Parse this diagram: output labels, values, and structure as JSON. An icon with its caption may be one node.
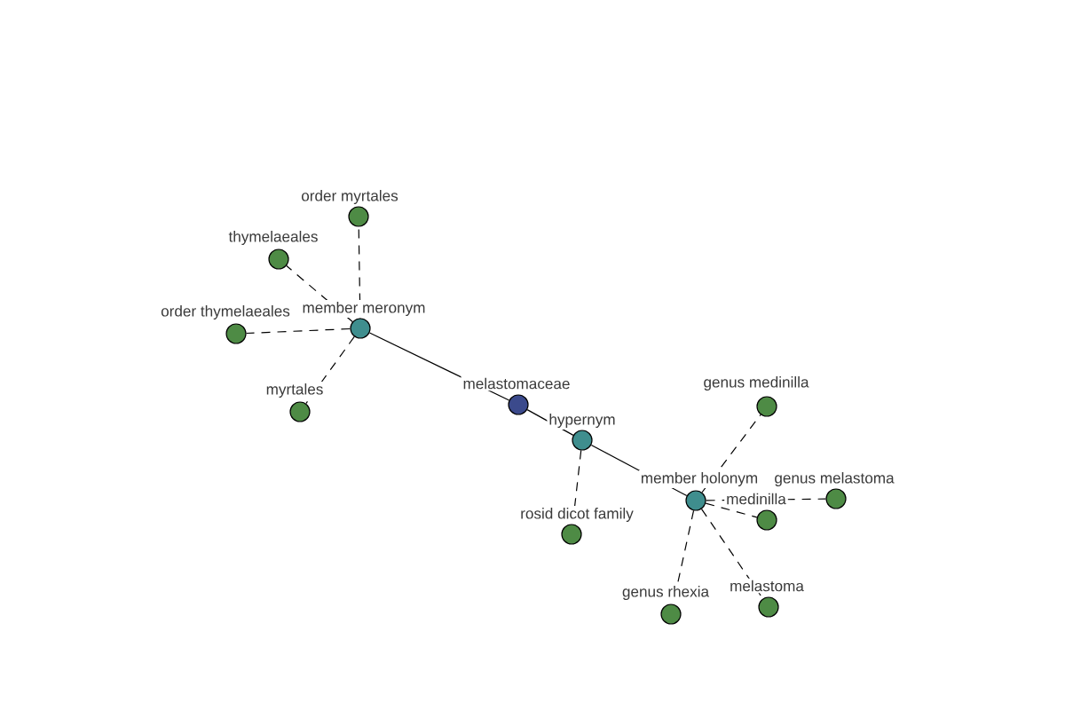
{
  "diagram": {
    "nodes": [
      {
        "text": [
          "melastomaceae"
        ]
      },
      {
        "text": [
          "member meronym"
        ]
      },
      {
        "text": [
          "hypernym"
        ]
      },
      {
        "text": [
          "member holonym"
        ]
      },
      {
        "text": [
          "order myrtales"
        ]
      },
      {
        "text": [
          "thymelaeales"
        ]
      },
      {
        "text": [
          "order thymelaeales"
        ]
      },
      {
        "text": [
          "myrtales"
        ]
      },
      {
        "text": [
          "rosid dicot family"
        ]
      },
      {
        "text": [
          "genus medinilla"
        ]
      },
      {
        "text": [
          "genus melastoma"
        ]
      },
      {
        "text": [
          "medinilla"
        ]
      },
      {
        "text": [
          "genus rhexia"
        ]
      },
      {
        "text": [
          "melastoma"
        ]
      }
    ],
    "edges": [
      {
        "from": 0,
        "to": 1,
        "arrow": "none"
      },
      {
        "from": 0,
        "to": 2,
        "arrow": "none"
      },
      {
        "from": 2,
        "to": 3,
        "arrow": "none"
      },
      {
        "from": 1,
        "to": 4,
        "arrow": "none",
        "style": "dashed"
      },
      {
        "from": 1,
        "to": 5,
        "arrow": "none",
        "style": "dashed"
      },
      {
        "from": 1,
        "to": 6,
        "arrow": "none",
        "style": "dashed"
      },
      {
        "from": 1,
        "to": 7,
        "arrow": "none",
        "style": "dashed"
      },
      {
        "from": 2,
        "to": 8,
        "arrow": "none",
        "style": "dashed"
      },
      {
        "from": 3,
        "to": 9,
        "arrow": "none",
        "style": "dashed"
      },
      {
        "from": 3,
        "to": 10,
        "arrow": "none",
        "style": "dashed"
      },
      {
        "from": 3,
        "to": 11,
        "arrow": "none",
        "style": "dashed"
      },
      {
        "from": 3,
        "to": 12,
        "arrow": "none",
        "style": "dashed"
      },
      {
        "from": 3,
        "to": 13,
        "arrow": "none",
        "style": "dashed"
      }
    ]
  }
}
